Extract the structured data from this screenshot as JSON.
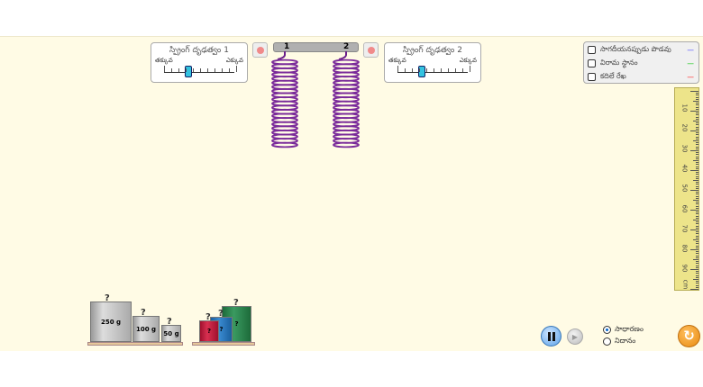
{
  "spring1": {
    "title": "స్ప్రింగ్ దృఢత్వం 1",
    "low": "తక్కువ",
    "high": "ఎక్కువ",
    "value": 0.35
  },
  "spring2": {
    "title": "స్ప్రింగ్ దృఢత్వం 2",
    "low": "తక్కువ",
    "high": "ఎక్కువ",
    "value": 0.35
  },
  "bar": {
    "label1": "1",
    "label2": "2"
  },
  "options": [
    {
      "label": "సాగదీయనప్పుడు పొడవు",
      "dash": "---",
      "color": "#6666ff"
    },
    {
      "label": "విరామ స్థానం",
      "dash": "---",
      "color": "#33cc33"
    },
    {
      "label": "కదిలే రేఖ",
      "dash": "---",
      "color": "#ff4444"
    }
  ],
  "ruler": {
    "labels": [
      "10",
      "20",
      "30",
      "40",
      "50",
      "60",
      "70",
      "80",
      "90"
    ],
    "unit": "cm"
  },
  "masses": {
    "m250": "250 g",
    "m100": "100 g",
    "m50": "50 g",
    "hook": "?",
    "unknown": "?"
  },
  "speed": {
    "normal": "సాధారణం",
    "slow": "నిదానం",
    "selected": "normal"
  }
}
